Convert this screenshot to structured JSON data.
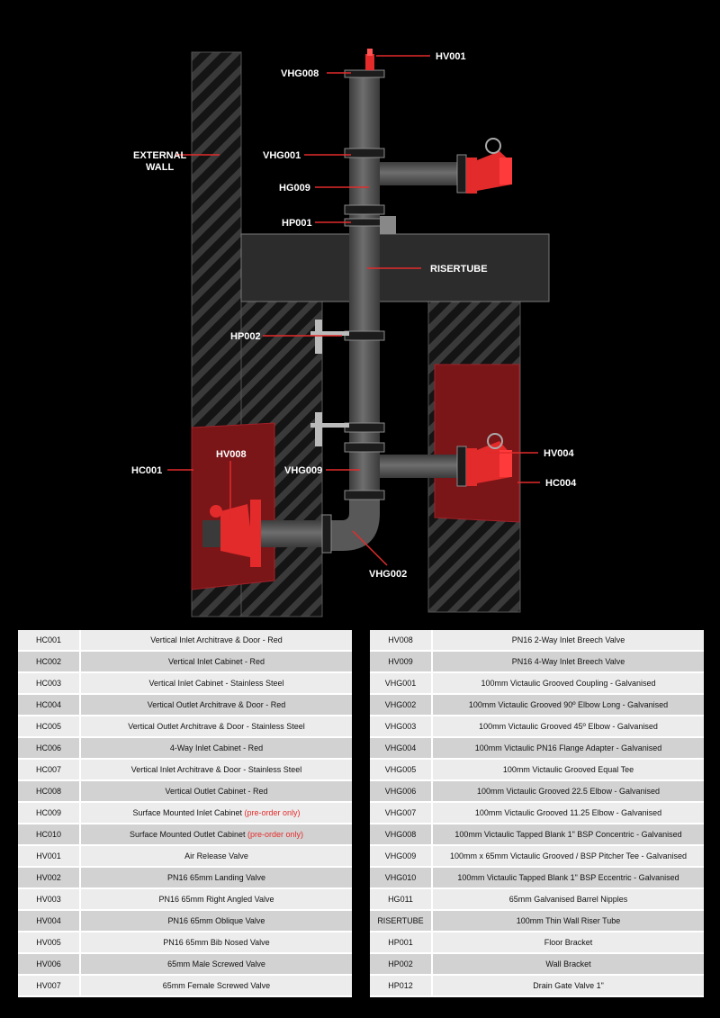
{
  "labels": {
    "hv001": "HV001",
    "vhg008": "VHG008",
    "external_wall_line1": "EXTERNAL",
    "external_wall_line2": "WALL",
    "vhg001": "VHG001",
    "hg009": "HG009",
    "hp001": "HP001",
    "risertube": "RISERTUBE",
    "hp002": "HP002",
    "hc001": "HC001",
    "hv008": "HV008",
    "vhg009": "VHG009",
    "hv004": "HV004",
    "hc004": "HC004",
    "vhg002": "VHG002"
  },
  "left_table": [
    {
      "code": "HC001",
      "desc": "Vertical Inlet Architrave & Door - Red",
      "note": ""
    },
    {
      "code": "HC002",
      "desc": "Vertical Inlet Cabinet - Red",
      "note": ""
    },
    {
      "code": "HC003",
      "desc": "Vertical Inlet Cabinet - Stainless Steel",
      "note": ""
    },
    {
      "code": "HC004",
      "desc": "Vertical Outlet Architrave & Door - Red",
      "note": ""
    },
    {
      "code": "HC005",
      "desc": "Vertical Outlet Architrave & Door - Stainless Steel",
      "note": ""
    },
    {
      "code": "HC006",
      "desc": "4-Way Inlet Cabinet - Red",
      "note": ""
    },
    {
      "code": "HC007",
      "desc": "Vertical Inlet Architrave & Door - Stainless Steel",
      "note": ""
    },
    {
      "code": "HC008",
      "desc": "Vertical Outlet Cabinet - Red",
      "note": ""
    },
    {
      "code": "HC009",
      "desc": "Surface Mounted Inlet Cabinet",
      "note": "(pre-order only)"
    },
    {
      "code": "HC010",
      "desc": "Surface Mounted Outlet Cabinet",
      "note": "(pre-order only)"
    },
    {
      "code": "HV001",
      "desc": "Air Release Valve",
      "note": ""
    },
    {
      "code": "HV002",
      "desc": "PN16 65mm Landing Valve",
      "note": ""
    },
    {
      "code": "HV003",
      "desc": "PN16 65mm Right Angled Valve",
      "note": ""
    },
    {
      "code": "HV004",
      "desc": "PN16 65mm Oblique Valve",
      "note": ""
    },
    {
      "code": "HV005",
      "desc": "PN16 65mm Bib Nosed Valve",
      "note": ""
    },
    {
      "code": "HV006",
      "desc": "65mm Male Screwed Valve",
      "note": ""
    },
    {
      "code": "HV007",
      "desc": "65mm Female Screwed Valve",
      "note": ""
    }
  ],
  "right_table": [
    {
      "code": "HV008",
      "desc": "PN16 2-Way Inlet Breech Valve",
      "note": ""
    },
    {
      "code": "HV009",
      "desc": "PN16 4-Way Inlet Breech Valve",
      "note": ""
    },
    {
      "code": "VHG001",
      "desc": "100mm Victaulic Grooved Coupling - Galvanised",
      "note": ""
    },
    {
      "code": "VHG002",
      "desc": "100mm Victaulic Grooved 90º Elbow Long - Galvanised",
      "note": ""
    },
    {
      "code": "VHG003",
      "desc": "100mm Victaulic Grooved 45º Elbow - Galvanised",
      "note": ""
    },
    {
      "code": "VHG004",
      "desc": "100mm Victaulic PN16 Flange Adapter - Galvanised",
      "note": ""
    },
    {
      "code": "VHG005",
      "desc": "100mm Victaulic Grooved Equal Tee",
      "note": ""
    },
    {
      "code": "VHG006",
      "desc": "100mm Victaulic Grooved 22.5 Elbow - Galvanised",
      "note": ""
    },
    {
      "code": "VHG007",
      "desc": "100mm Victaulic Grooved 11.25 Elbow - Galvanised",
      "note": ""
    },
    {
      "code": "VHG008",
      "desc": "100mm Victaulic Tapped Blank 1\" BSP Concentric - Galvanised",
      "note": ""
    },
    {
      "code": "VHG009",
      "desc": "100mm x 65mm Victaulic Grooved / BSP Pitcher Tee - Galvanised",
      "note": ""
    },
    {
      "code": "VHG010",
      "desc": "100mm Victaulic Tapped Blank 1\" BSP Eccentric - Galvanised",
      "note": ""
    },
    {
      "code": "HG011",
      "desc": "65mm Galvanised Barrel Nipples",
      "note": ""
    },
    {
      "code": "RISERTUBE",
      "desc": "100mm Thin Wall Riser Tube",
      "note": ""
    },
    {
      "code": "HP001",
      "desc": "Floor Bracket",
      "note": ""
    },
    {
      "code": "HP002",
      "desc": "Wall Bracket",
      "note": ""
    },
    {
      "code": "HP012",
      "desc": "Drain Gate Valve 1\"",
      "note": ""
    }
  ],
  "colors": {
    "accent_red": "#e32b2b",
    "cabinet_red": "#7a1518",
    "pipe_grey": "#5a5a5a"
  }
}
